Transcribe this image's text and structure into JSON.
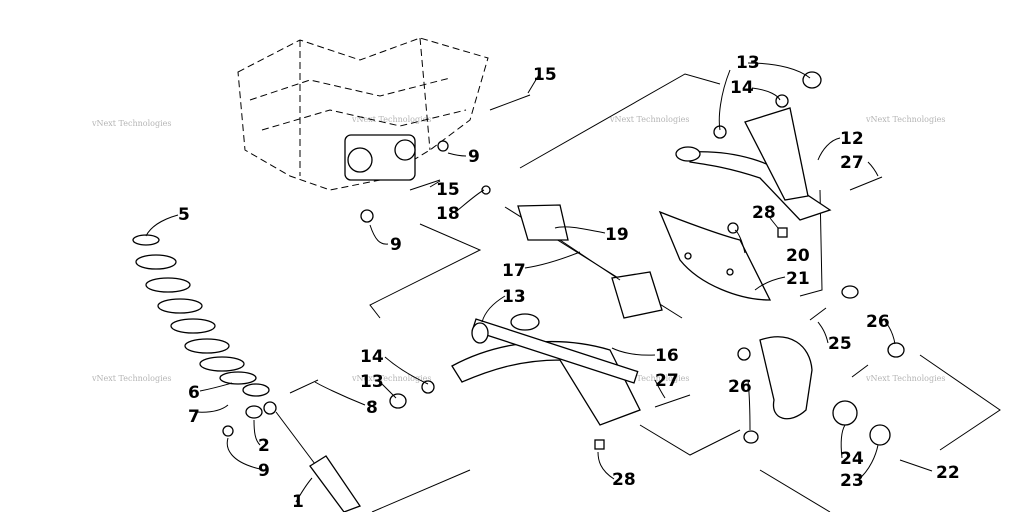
{
  "diagram": {
    "callouts": {
      "c1": "1",
      "c2": "2",
      "c5": "5",
      "c6": "6",
      "c7": "7",
      "c8": "8",
      "c9a": "9",
      "c9b": "9",
      "c9c": "9",
      "c12": "12",
      "c13a": "13",
      "c13b": "13",
      "c13c": "13",
      "c14a": "14",
      "c14b": "14",
      "c15a": "15",
      "c15b": "15",
      "c16": "16",
      "c17": "17",
      "c18": "18",
      "c19": "19",
      "c20": "20",
      "c21": "21",
      "c22": "22",
      "c23": "23",
      "c24": "24",
      "c25": "25",
      "c26a": "26",
      "c26b": "26",
      "c27a": "27",
      "c27b": "27",
      "c28a": "28",
      "c28b": "28"
    },
    "watermark": "vNext Technologies"
  }
}
